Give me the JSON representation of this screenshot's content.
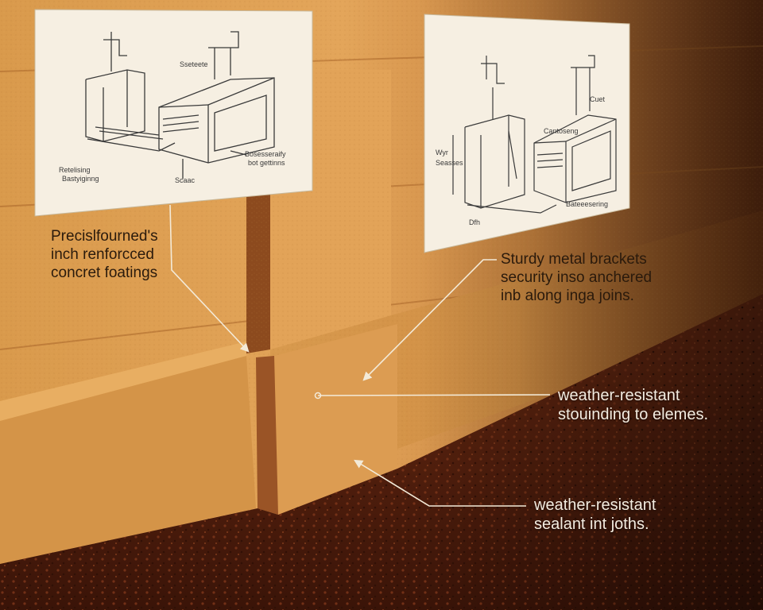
{
  "colors": {
    "wall": "#d89a4a",
    "wall_shadow": "#8a4a1c",
    "soil": "#5a2210",
    "paper": "#f6efe2",
    "callout_dark": "#2a1a0c",
    "callout_light": "#f4ece0"
  },
  "sketches": {
    "left": {
      "label_a_1": "Retelising",
      "label_a_2": "Bastyiginng",
      "label_b_1": "Bosesseraify",
      "label_b_2": "bot gettinns",
      "label_c": "Scaac",
      "label_d": "Sseteete"
    },
    "right": {
      "label_a_1": "Wyr",
      "label_a_2": "Seasses",
      "label_b": "Cantoseng",
      "label_c": "Bateeesering",
      "label_d": "Dfh",
      "label_e": "Cuet"
    }
  },
  "callouts": {
    "footings": {
      "line1": "Precislfourned's",
      "line2": "inch renforcced",
      "line3": "concret foatings"
    },
    "brackets": {
      "line1": "Sturdy metal brackets",
      "line2": "security inso anchered",
      "line3": "inb along inga joins."
    },
    "stouning": {
      "line1": "weather-resistant",
      "line2": "stouinding to elemes."
    },
    "sealant": {
      "line1": "weather-resistant",
      "line2": "sealant int joths."
    }
  }
}
